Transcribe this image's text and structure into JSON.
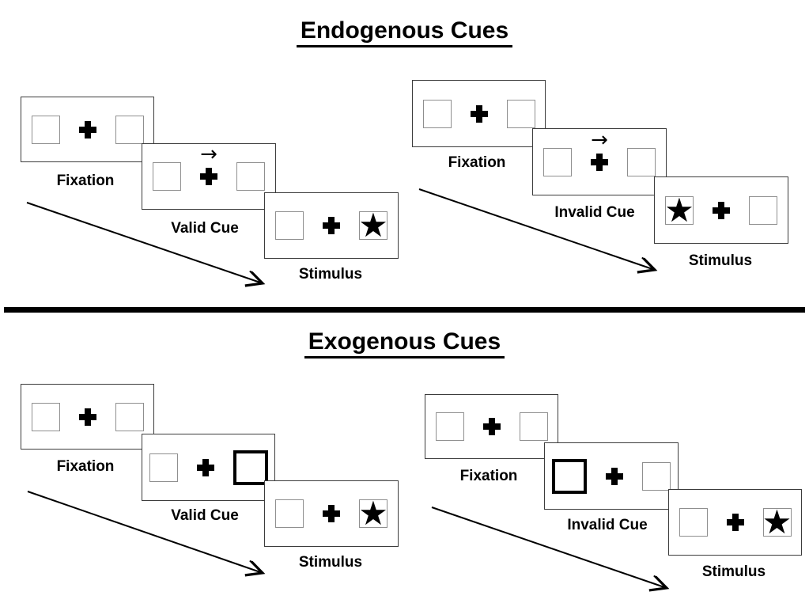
{
  "figure": {
    "kind": "posner-cueing-task-diagram",
    "glyphs": {
      "star": "★",
      "cue_arrow": "→"
    },
    "colors": {
      "ink": "#000000",
      "panel_border": "#3c3c3c",
      "box_border": "#8f8f8f",
      "highlight_border": "#000000"
    },
    "sections": [
      {
        "title": "Endogenous Cues",
        "trials": [
          {
            "type": "valid",
            "frames": [
              {
                "label": "Fixation",
                "cue": "none",
                "target_side": "none"
              },
              {
                "label": "Valid Cue",
                "cue": "central-arrow-pointing-right",
                "target_side": "none"
              },
              {
                "label": "Stimulus",
                "cue": "none",
                "target_side": "right"
              }
            ]
          },
          {
            "type": "invalid",
            "frames": [
              {
                "label": "Fixation",
                "cue": "none",
                "target_side": "none"
              },
              {
                "label": "Invalid Cue",
                "cue": "central-arrow-pointing-right",
                "target_side": "none"
              },
              {
                "label": "Stimulus",
                "cue": "none",
                "target_side": "left"
              }
            ]
          }
        ]
      },
      {
        "title": "Exogenous Cues",
        "trials": [
          {
            "type": "valid",
            "frames": [
              {
                "label": "Fixation",
                "cue": "none",
                "target_side": "none"
              },
              {
                "label": "Valid Cue",
                "cue": "right-box-highlighted",
                "target_side": "none"
              },
              {
                "label": "Stimulus",
                "cue": "none",
                "target_side": "right"
              }
            ]
          },
          {
            "type": "invalid",
            "frames": [
              {
                "label": "Fixation",
                "cue": "none",
                "target_side": "none"
              },
              {
                "label": "Invalid Cue",
                "cue": "left-box-highlighted",
                "target_side": "none"
              },
              {
                "label": "Stimulus",
                "cue": "none",
                "target_side": "right"
              }
            ]
          }
        ]
      }
    ]
  }
}
